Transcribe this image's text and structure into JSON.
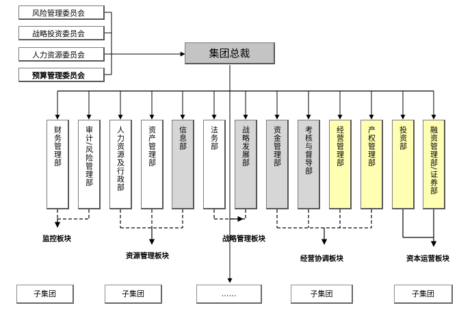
{
  "committees": [
    {
      "label": "风险管理委员会",
      "bold": false
    },
    {
      "label": "战略投资委员会",
      "bold": false
    },
    {
      "label": "人力资源委员会",
      "bold": false
    },
    {
      "label": "预算管理委员会",
      "bold": true
    }
  ],
  "ceo": {
    "label": "集团总裁"
  },
  "departments": [
    {
      "label": "财务管理部",
      "fill": "white"
    },
    {
      "label": "审计/风险管理部",
      "fill": "white"
    },
    {
      "label": "人力资源及行政部",
      "fill": "white"
    },
    {
      "label": "资产管理部",
      "fill": "white"
    },
    {
      "label": "信息部",
      "fill": "gray"
    },
    {
      "label": "法务部",
      "fill": "white"
    },
    {
      "label": "战略发展部",
      "fill": "gray"
    },
    {
      "label": "资金管理部",
      "fill": "gray"
    },
    {
      "label": "考核与督导部",
      "fill": "gray"
    },
    {
      "label": "经营管理部",
      "fill": "yellow"
    },
    {
      "label": "产权管理部",
      "fill": "yellow"
    },
    {
      "label": "投资部",
      "fill": "yellow"
    },
    {
      "label": "融资管理部/证券部",
      "fill": "yellow"
    }
  ],
  "sections": [
    {
      "label": "监控板块"
    },
    {
      "label": "资源管理板块"
    },
    {
      "label": "战略管理板块"
    },
    {
      "label": "经营协调板块"
    },
    {
      "label": "资本运营板块"
    }
  ],
  "subsidiaries": [
    {
      "label": "子集团"
    },
    {
      "label": "子集团"
    },
    {
      "label": "……"
    },
    {
      "label": "子集团"
    },
    {
      "label": "子集团"
    }
  ],
  "colors": {
    "gray_fill": "#d6d6d6",
    "yellow_fill": "#ffffb3",
    "ceo_fill": "#c4c4c4"
  }
}
